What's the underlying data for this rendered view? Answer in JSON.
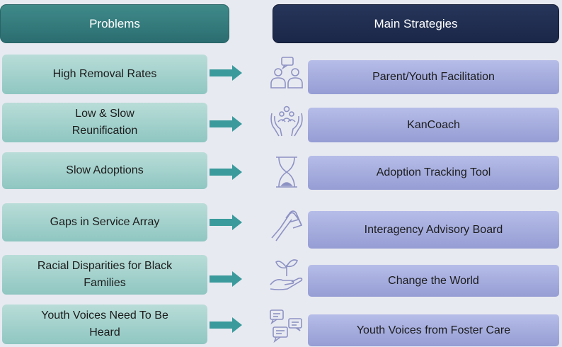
{
  "headers": {
    "problems": "Problems",
    "strategies": "Main Strategies"
  },
  "colors": {
    "problems_header": "#2f7477",
    "strategies_header": "#1e2a4d",
    "problem_box": "#a6d3cd",
    "strategy_box": "#a4acdf",
    "arrow": "#3a9a9c",
    "icon_stroke": "#8d92c4"
  },
  "rows": [
    {
      "problem": "High Removal Rates",
      "strategy": "Parent/Youth Facilitation",
      "icon": "people-chat-icon"
    },
    {
      "problem": "Low & Slow Reunification",
      "strategy": "KanCoach",
      "icon": "hands-support-group-icon"
    },
    {
      "problem": "Slow Adoptions",
      "strategy": "Adoption Tracking Tool",
      "icon": "hourglass-icon"
    },
    {
      "problem": "Gaps in Service Array",
      "strategy": "Interagency Advisory Board",
      "icon": "handshake-icon"
    },
    {
      "problem": "Racial Disparities for Black Families",
      "strategy": "Change the World",
      "icon": "hand-sprout-icon"
    },
    {
      "problem": "Youth Voices Need To Be Heard",
      "strategy": "Youth Voices from Foster Care",
      "icon": "speech-bubbles-icon"
    }
  ]
}
